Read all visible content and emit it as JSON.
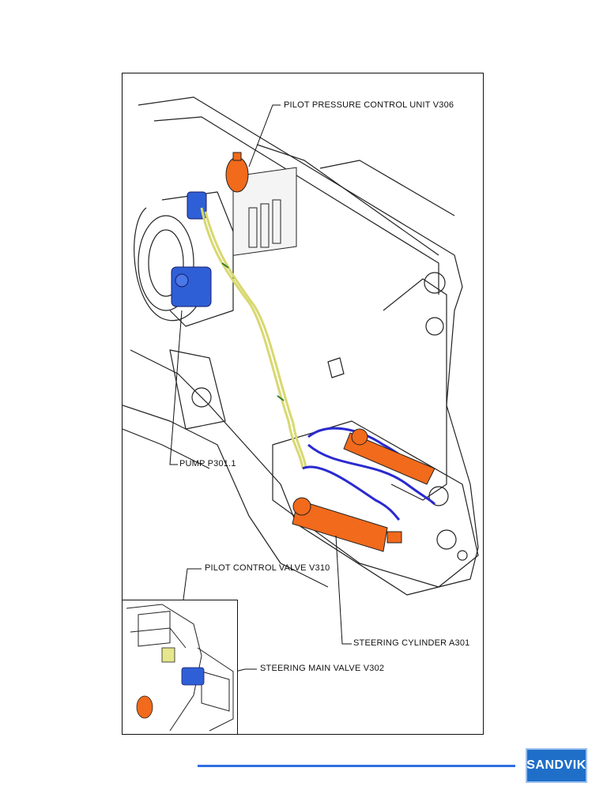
{
  "labels": {
    "pilot_pressure_control_unit": "PILOT PRESSURE CONTROL UNIT V306",
    "pump": "PUMP P301.1",
    "pilot_control_valve": "PILOT CONTROL VALVE V310",
    "steering_cylinder": "STEERING CYLINDER A301",
    "steering_main_valve": "STEERING MAIN VALVE V302"
  },
  "logo": {
    "text": "SANDVIK"
  },
  "colors": {
    "hydraulic_cylinder": "#f26a1b",
    "valve_block": "#2f5fd6",
    "pilot_line": "#e6e68c",
    "hose": "#2a2ad0",
    "accent_line": "#2f6fe3",
    "logo_bg": "#1f6fc9"
  }
}
